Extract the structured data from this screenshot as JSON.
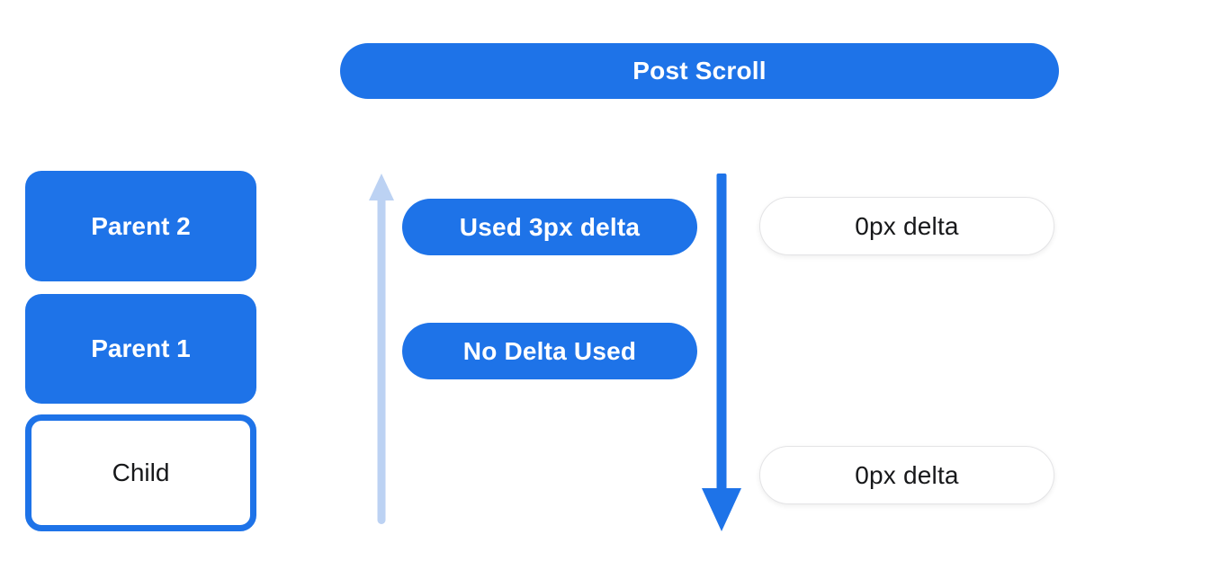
{
  "header": {
    "label": "Post Scroll"
  },
  "left_column": {
    "items": [
      {
        "label": "Parent 2",
        "variant": "filled"
      },
      {
        "label": "Parent 1",
        "variant": "filled"
      },
      {
        "label": "Child",
        "variant": "outlined"
      }
    ]
  },
  "middle": {
    "pills": [
      {
        "label": "Used 3px delta"
      },
      {
        "label": "No Delta Used"
      }
    ],
    "icons": {
      "up_arrow": "arrow-up-icon",
      "down_arrow": "arrow-down-icon"
    }
  },
  "right_column": {
    "pills": [
      {
        "label": "0px delta"
      },
      {
        "label": "0px delta"
      }
    ]
  },
  "colors": {
    "primary_blue": "#1e73e8",
    "light_blue": "#bcd2f3",
    "text_dark": "#17181a",
    "pill_border": "#e4e4e6",
    "background": "#ffffff"
  }
}
